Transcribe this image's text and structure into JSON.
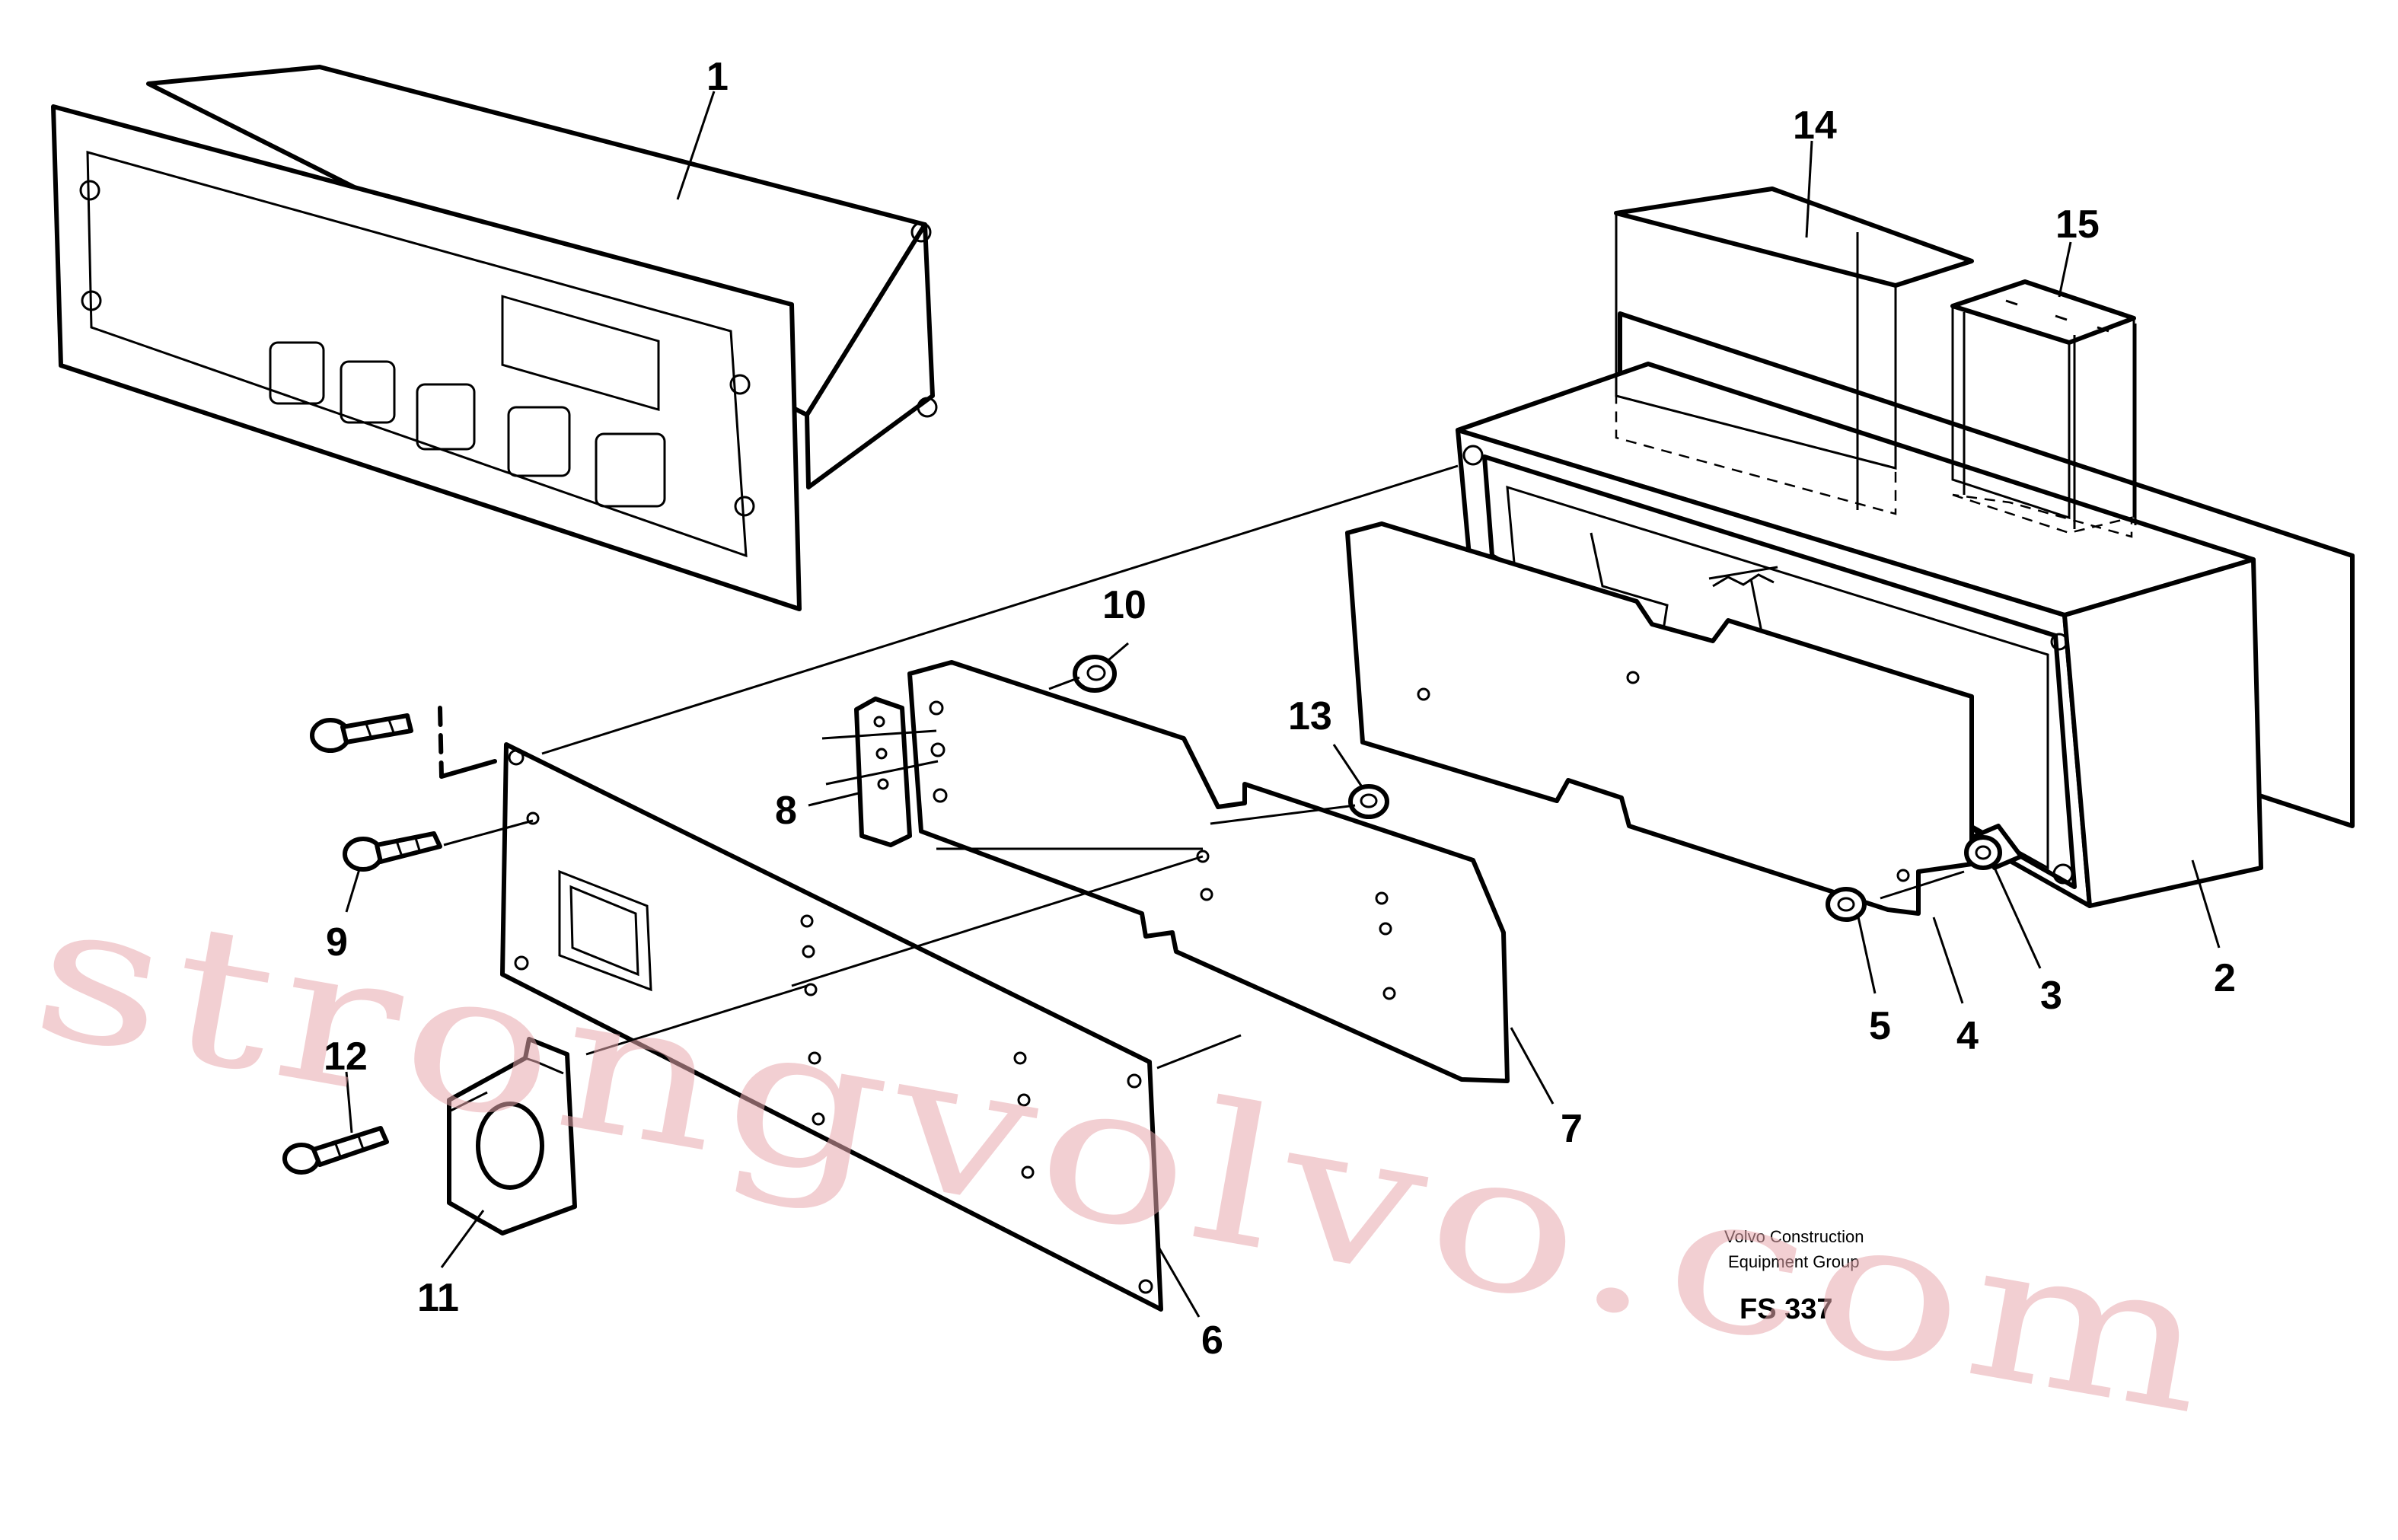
{
  "labels": {
    "p1": "1",
    "p2": "2",
    "p3": "3",
    "p4": "4",
    "p5": "5",
    "p6": "6",
    "p7": "7",
    "p8": "8",
    "p9": "9",
    "p10": "10",
    "p11": "11",
    "p12": "12",
    "p13": "13",
    "p14": "14",
    "p15": "15"
  },
  "caption": {
    "line1": "Volvo Construction",
    "line2": "Equipment Group",
    "code": "FS 337"
  },
  "watermark": "strongvolvo.com"
}
